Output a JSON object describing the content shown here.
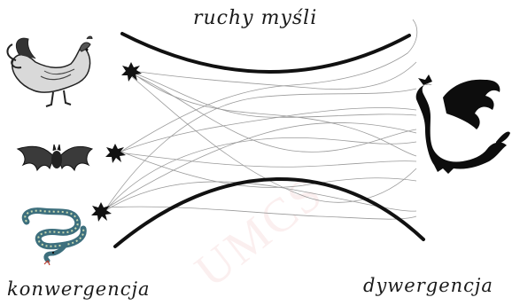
{
  "diagram": {
    "title": "ruchy myśli",
    "left_label": "konwergencja",
    "right_label": "dywergencja",
    "watermark": "UMCS"
  },
  "icons": {
    "top_left": "rooster-icon",
    "middle_left": "bat-icon",
    "bottom_left": "snake-icon",
    "right": "dragon-icon",
    "source_marks": "starburst-icon"
  },
  "colors": {
    "ink": "#111111",
    "thread": "#9a9a9a",
    "snake_body": "#3d6f7d",
    "watermark": "#e68c8c"
  }
}
